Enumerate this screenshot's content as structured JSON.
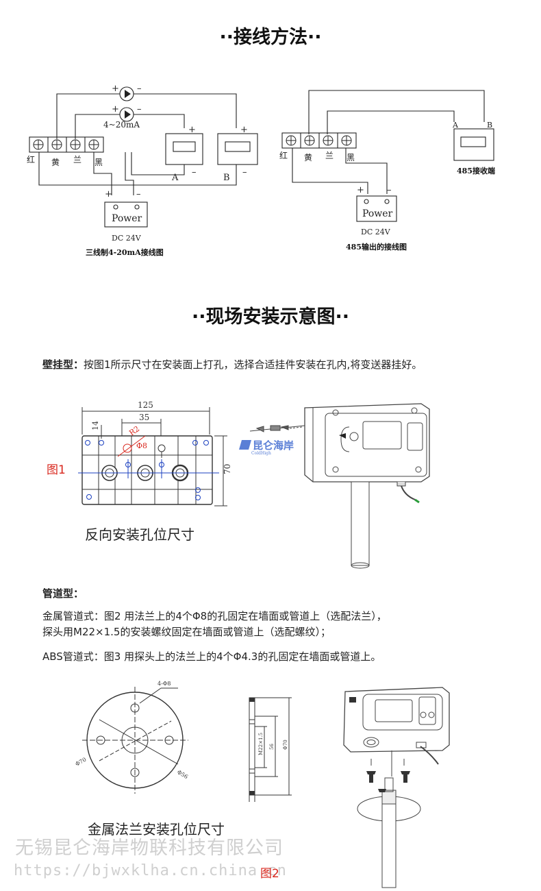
{
  "sections": {
    "wiring_title": "··接线方法··",
    "install_title": "··现场安装示意图··"
  },
  "wiring": {
    "left": {
      "current_label": "4~20mA",
      "terminals": [
        "红",
        "黄",
        "兰",
        "黑"
      ],
      "meter_a": "A",
      "meter_b": "B",
      "power_label": "Power",
      "voltage": "DC 24V",
      "caption": "三线制4-20mA接线图"
    },
    "right": {
      "terminals": [
        "红",
        "黄",
        "兰",
        "黑"
      ],
      "receiver_a": "A",
      "receiver_b": "B",
      "receiver_caption": "485接收端",
      "power_label": "Power",
      "voltage": "DC 24V",
      "caption": "485输出的接线图"
    },
    "plus": "+",
    "minus": "–"
  },
  "wall_mount": {
    "label": "壁挂型：",
    "text": "按图1所示尺寸在安装面上打孔，选择合适挂件安装在孔内,将变送器挂好。",
    "dims": {
      "width": "125",
      "inner": "35",
      "height": "70",
      "top": "14",
      "r": "R2",
      "hole": "Φ8"
    },
    "figure_label": "图1",
    "caption": "反向安装孔位尺寸",
    "logo_cn": "昆仑海岸",
    "logo_en": "ColdHigh"
  },
  "duct": {
    "title": "管道型：",
    "line1": "金属管道式：图2 用法兰上的4个Φ8的孔固定在墙面或管道上（选配法兰），",
    "line2": "探头用M22×1.5的安装螺纹固定在墙面或管道上（选配螺纹）；",
    "line3": "ABS管道式：图3 用探头上的法兰上的4个Φ4.3的孔固定在墙面或管道上。",
    "flange_dims": {
      "holes": "4-Φ8",
      "outer": "Φ70",
      "pcd": "Φ56",
      "thread": "M22×1.5",
      "d56": "56",
      "d70": "Φ70"
    },
    "caption": "金属法兰安装孔位尺寸",
    "figure_label": "图2"
  },
  "watermark": {
    "company": "无锡昆仑海岸物联科技有限公司",
    "url": "https://bjwxklha.cn.china.cn"
  }
}
